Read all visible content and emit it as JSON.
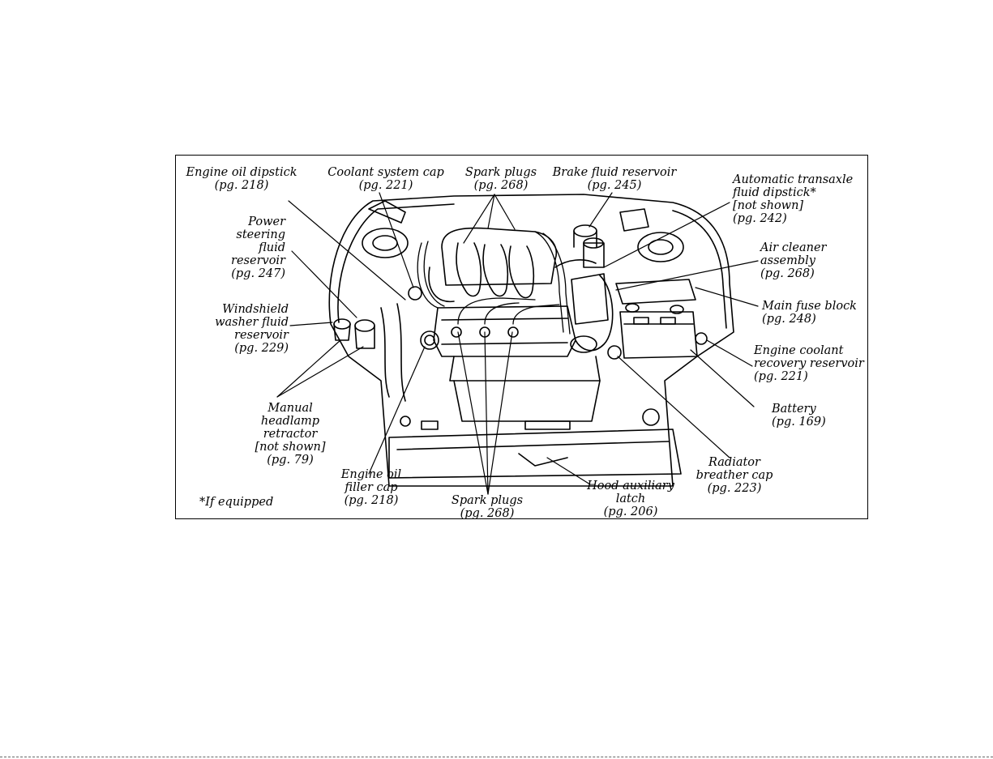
{
  "labels": {
    "engine_oil_dipstick": [
      "Engine oil dipstick",
      "(pg. 218)"
    ],
    "coolant_system_cap": [
      "Coolant system cap",
      "(pg. 221)"
    ],
    "spark_plugs_top": [
      "Spark plugs",
      "(pg. 268)"
    ],
    "brake_fluid_reservoir": [
      "Brake fluid reservoir",
      "(pg. 245)"
    ],
    "automatic_transaxle": [
      "Automatic transaxle",
      "fluid dipstick*",
      "[not shown]",
      "(pg. 242)"
    ],
    "power_steering": [
      "Power",
      "steering",
      "fluid",
      "reservoir",
      "(pg. 247)"
    ],
    "air_cleaner": [
      "Air cleaner",
      "assembly",
      "(pg. 268)"
    ],
    "main_fuse_block": [
      "Main fuse block",
      "(pg. 248)"
    ],
    "windshield_washer": [
      "Windshield",
      "washer fluid",
      "reservoir",
      "(pg. 229)"
    ],
    "engine_coolant_recovery": [
      "Engine coolant",
      "recovery reservoir",
      "(pg. 221)"
    ],
    "battery": [
      "Battery",
      "(pg. 169)"
    ],
    "manual_headlamp": [
      "Manual",
      "headlamp",
      "retractor",
      "[not shown]",
      "(pg. 79)"
    ],
    "radiator_breather": [
      "Radiator",
      "breather cap",
      "(pg. 223)"
    ],
    "engine_oil_filler": [
      "Engine oil",
      "filler cap",
      "(pg. 218)"
    ],
    "spark_plugs_bottom": [
      "Spark plugs",
      "(pg. 268)"
    ],
    "hood_auxiliary": [
      "Hood auxiliary",
      "latch",
      "(pg. 206)"
    ]
  },
  "footnote": "*If equipped",
  "colors": {
    "ink": "#000000",
    "paper": "#ffffff"
  }
}
